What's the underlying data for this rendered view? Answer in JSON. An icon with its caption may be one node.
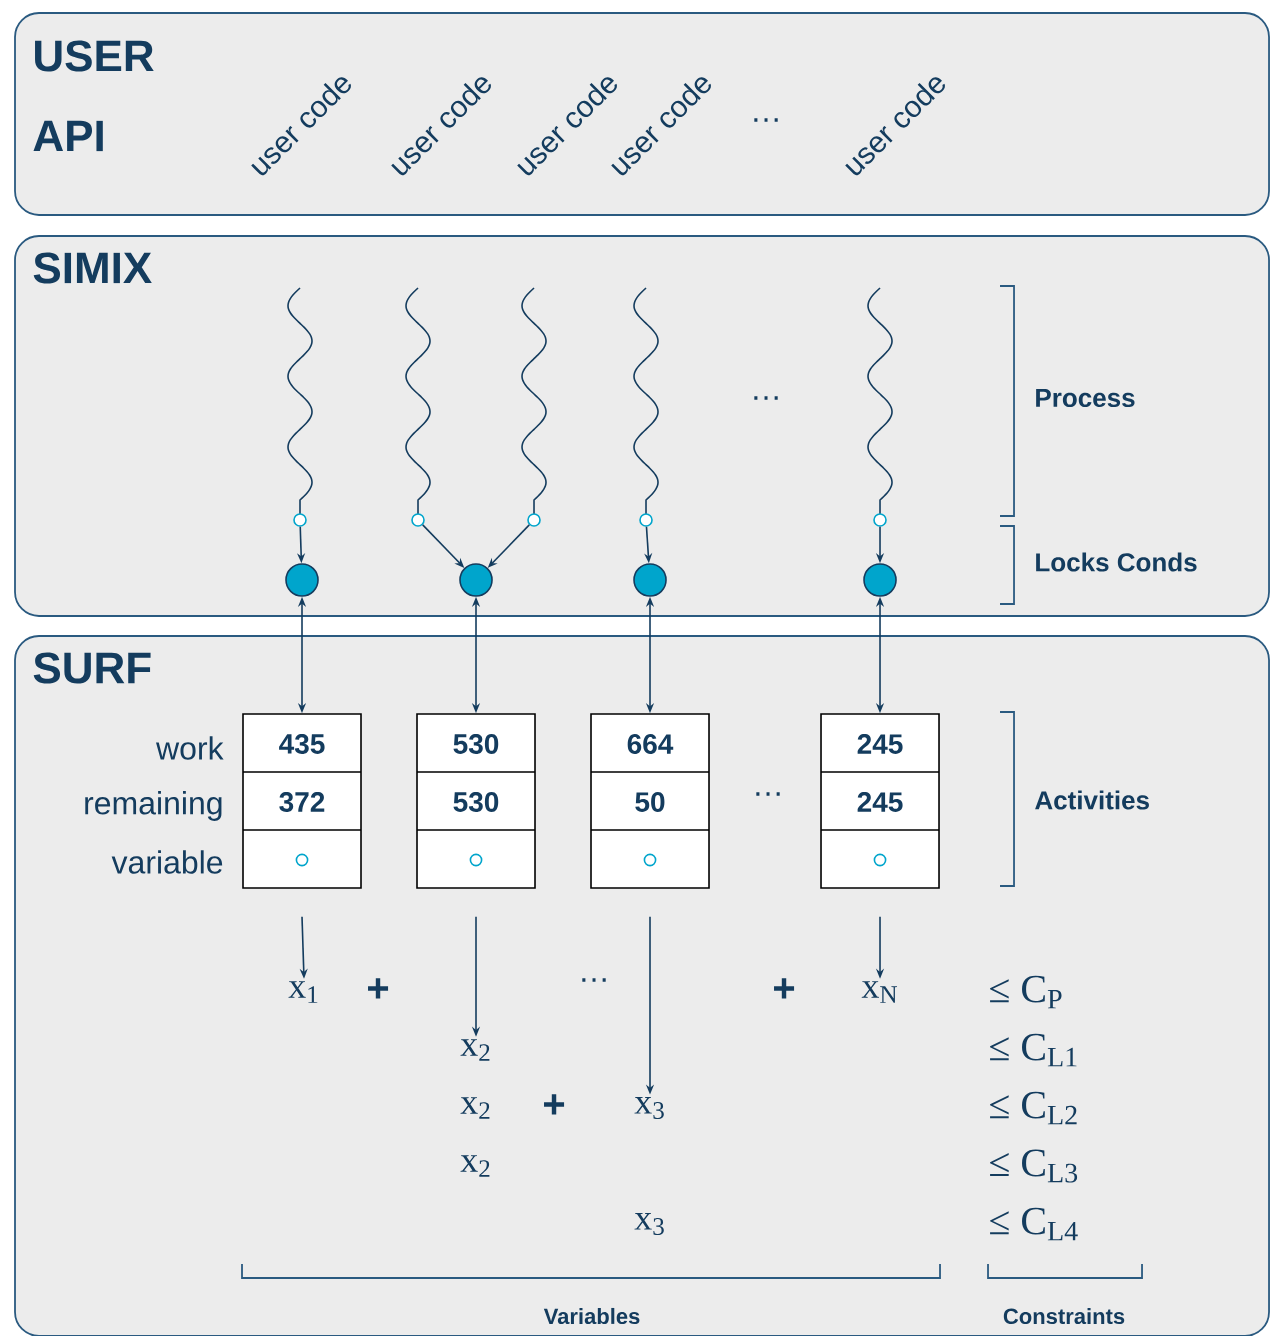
{
  "diagram": {
    "nodes": [
      {
        "text": [
          "USER API"
        ]
      },
      {
        "text": [
          "SIMIX"
        ]
      },
      {
        "text": [
          "SURF"
        ]
      },
      {
        "text": [],
        "shape": "circle",
        "in": 1
      },
      {
        "text": [],
        "shape": "circle",
        "in": 1
      },
      {
        "text": [],
        "shape": "circle",
        "in": 1
      },
      {
        "text": [],
        "shape": "circle",
        "in": 1
      },
      {
        "text": [],
        "shape": "circle",
        "in": 1
      },
      {
        "text": [],
        "shape": "circle",
        "in": 1
      },
      {
        "text": [],
        "shape": "circle",
        "in": 1
      },
      {
        "text": [],
        "shape": "circle",
        "in": 1
      },
      {
        "text": [],
        "shape": "circle",
        "in": 1
      },
      {
        "text": [
          "435",
          "372"
        ],
        "in": 2
      },
      {
        "text": [
          "530",
          "530"
        ],
        "in": 2
      },
      {
        "text": [
          "664",
          "50"
        ],
        "in": 2
      },
      {
        "text": [
          "245",
          "245"
        ],
        "in": 2
      },
      {
        "text": [
          "x$_{1}$"
        ],
        "in": 2
      },
      {
        "text": [
          "x$_{2}$"
        ],
        "in": 2
      },
      {
        "text": [
          "x$_{3}$"
        ],
        "in": 2
      },
      {
        "text": [
          "x$_{N}$"
        ],
        "in": 2
      }
    ],
    "edges": [
      {
        "from": 3,
        "to": 8,
        "arrow": "to"
      },
      {
        "from": 4,
        "to": 9,
        "arrow": "to"
      },
      {
        "from": 5,
        "to": 9,
        "arrow": "to"
      },
      {
        "from": 6,
        "to": 10,
        "arrow": "to"
      },
      {
        "from": 7,
        "to": 11,
        "arrow": "to"
      },
      {
        "from": 8,
        "to": 12,
        "arrow": "both"
      },
      {
        "from": 9,
        "to": 13,
        "arrow": "both"
      },
      {
        "from": 10,
        "to": 14,
        "arrow": "both"
      },
      {
        "from": 11,
        "to": 15,
        "arrow": "both"
      },
      {
        "from": 12,
        "to": 16,
        "arrow": "to"
      },
      {
        "from": 13,
        "to": 17,
        "arrow": "to"
      },
      {
        "from": 14,
        "to": 18,
        "arrow": "to"
      },
      {
        "from": 15,
        "to": 19,
        "arrow": "to"
      }
    ],
    "labels": [
      "user code",
      "user code",
      "user code",
      "user code",
      "…",
      "user code",
      "…",
      "Process",
      "Locks Conds",
      "work",
      "remaining",
      "variable",
      "…",
      "Activities",
      "+",
      "…",
      "+",
      "≤ C$_{P}$",
      "≤ C$_{L1}$",
      "x$_{2}$",
      "+",
      "≤ C$_{L2}$",
      "x$_{2}$",
      "≤ C$_{L3}$",
      "x$_{3}$",
      "≤ C$_{L4}$",
      "Variables",
      "Constraints"
    ]
  }
}
